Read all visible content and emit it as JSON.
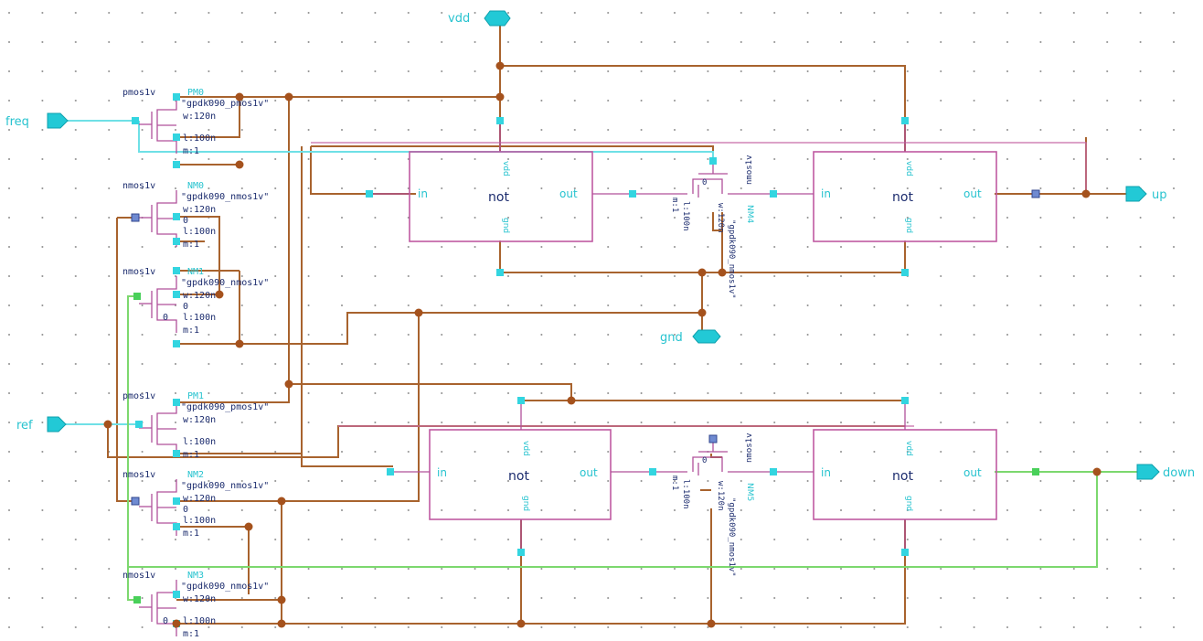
{
  "pins": {
    "vdd": "vdd",
    "freq": "freq",
    "ref": "ref",
    "gnd": "gnd",
    "up": "up",
    "down": "down"
  },
  "transistors": [
    {
      "model": "pmos1v",
      "name": "PM0",
      "cell": "\"gpdk090_pmos1v\"",
      "w": "w:120n",
      "l": "l:100n",
      "m": "m:1"
    },
    {
      "model": "nmos1v",
      "name": "NM0",
      "cell": "\"gpdk090_nmos1v\"",
      "w": "w:120n",
      "l": "l:100n",
      "m": "m:1",
      "b": "0"
    },
    {
      "model": "nmos1v",
      "name": "NM1",
      "cell": "\"gpdk090_nmos1v\"",
      "w": "w:120n",
      "l": "l:100n",
      "m": "m:1",
      "b": "0",
      "b2": "0"
    },
    {
      "model": "pmos1v",
      "name": "PM1",
      "cell": "\"gpdk090_pmos1v\"",
      "w": "w:120n",
      "l": "l:100n",
      "m": "m:1"
    },
    {
      "model": "nmos1v",
      "name": "NM2",
      "cell": "\"gpdk090_nmos1v\"",
      "w": "w:120n",
      "l": "l:100n",
      "m": "m:1",
      "b": "0"
    },
    {
      "model": "nmos1v",
      "name": "NM3",
      "cell": "\"gpdk090_nmos1v\"",
      "w": "w:120n",
      "l": "l:100n",
      "m": "m:1",
      "b2": "0"
    }
  ],
  "inverters": [
    {
      "cell": "not",
      "in": "in",
      "out": "out",
      "vdd": "vdd",
      "gnd": "gnd"
    },
    {
      "cell": "not",
      "in": "in",
      "out": "out",
      "vdd": "vdd",
      "gnd": "gnd"
    },
    {
      "cell": "not",
      "in": "in",
      "out": "out",
      "vdd": "vdd",
      "gnd": "gnd"
    },
    {
      "cell": "not",
      "in": "in",
      "out": "out",
      "vdd": "vdd",
      "gnd": "gnd"
    }
  ],
  "series_nmos": [
    {
      "model": "nmos1v",
      "name": "NM4",
      "m": "m:1",
      "l": "l:100n",
      "w": "w:120n",
      "cell": "\"gpdk090_nmos1v\"",
      "b": "0"
    },
    {
      "model": "nmos1v",
      "name": "NM5",
      "m": "m:1",
      "l": "l:100n",
      "w": "w:120n",
      "cell": "\"gpdk090_nmos1v\"",
      "b": "0"
    }
  ],
  "colors": {
    "wire": "#a8632e",
    "wire_signal": "#6fe0e6",
    "wire_down": "#7cd86e",
    "symbol": "#c05aa2",
    "pin": "#22c9d6",
    "label_dark": "#1c2c6e"
  }
}
